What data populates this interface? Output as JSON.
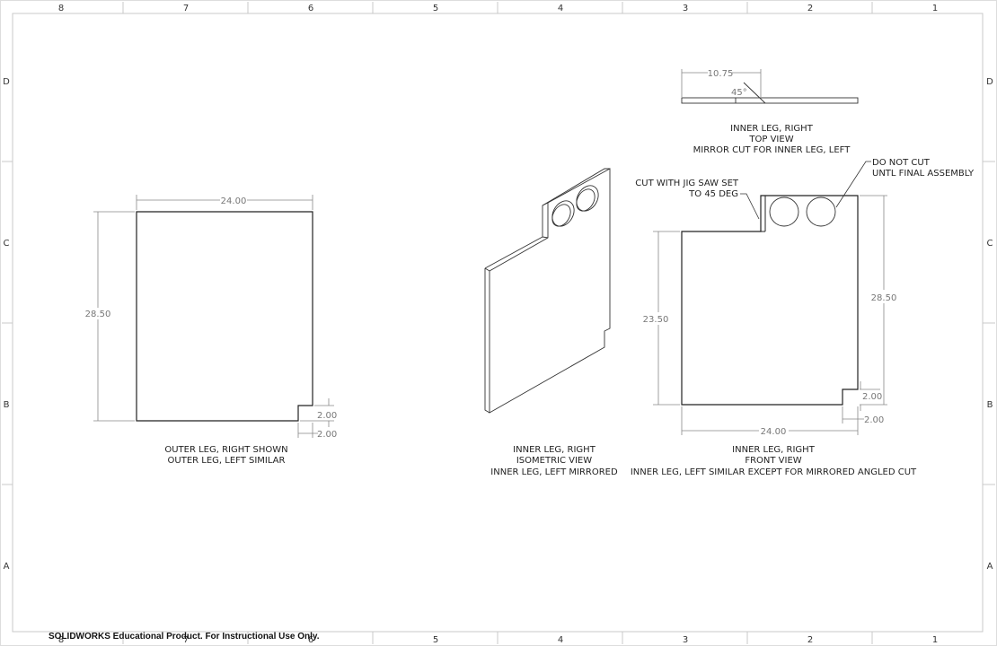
{
  "sheet": {
    "column_labels_top": [
      "8",
      "7",
      "6",
      "5",
      "4",
      "3",
      "2",
      "1"
    ],
    "column_labels_bottom": [
      "8",
      "7",
      "6",
      "5",
      "4",
      "3",
      "2",
      "1"
    ],
    "row_labels_left": [
      "D",
      "C",
      "B",
      "A"
    ],
    "row_labels_right": [
      "D",
      "C",
      "B",
      "A"
    ],
    "watermark": "SOLIDWORKS Educational Product. For Instructional Use Only."
  },
  "views": {
    "outer_leg": {
      "caption_line1": "OUTER LEG, RIGHT SHOWN",
      "caption_line2": "OUTER LEG, LEFT SIMILAR",
      "dim_width": "24.00",
      "dim_height": "28.50",
      "dim_notch_h": "2.00",
      "dim_notch_w": "2.00"
    },
    "isometric": {
      "caption_line1": "INNER LEG, RIGHT",
      "caption_line2": "ISOMETRIC VIEW",
      "caption_line3": "INNER LEG, LEFT MIRRORED"
    },
    "top_view": {
      "caption_line1": "INNER LEG, RIGHT",
      "caption_line2": "TOP VIEW",
      "caption_line3": "MIRROR CUT FOR INNER LEG, LEFT",
      "dim_length": "10.75",
      "dim_angle": "45°"
    },
    "front_view": {
      "caption_line1": "INNER LEG, RIGHT",
      "caption_line2": "FRONT VIEW",
      "caption_line3": "INNER LEG, LEFT SIMILAR EXCEPT FOR MIRRORED ANGLED CUT",
      "note_cut_line1": "CUT WITH JIG SAW SET",
      "note_cut_line2": "TO 45 DEG",
      "note_holes_line1": "DO NOT CUT",
      "note_holes_line2": "UNTL FINAL ASSEMBLY",
      "dim_width": "24.00",
      "dim_height_total": "28.50",
      "dim_height_lower": "23.50",
      "dim_notch_h": "2.00",
      "dim_notch_w": "2.00"
    }
  }
}
